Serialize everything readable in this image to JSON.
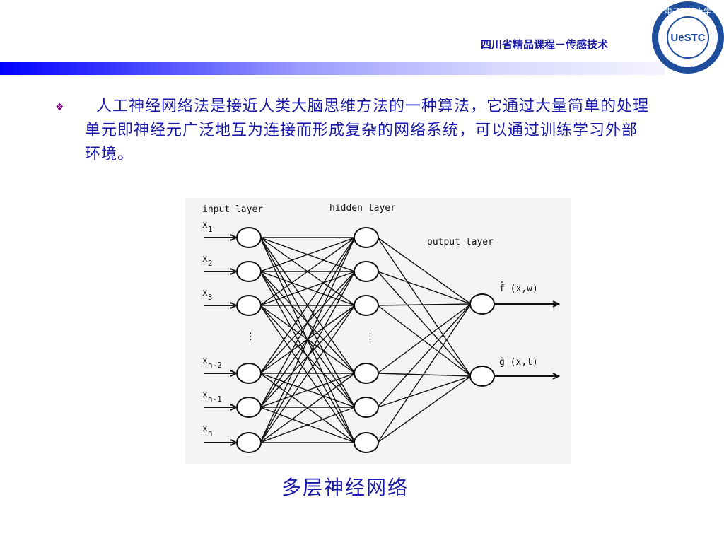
{
  "header": {
    "title": "四川省精品课程－传感技术",
    "logo": {
      "monogram": "UeSTC",
      "year": "1966",
      "ring_text": "电子科技大学",
      "icon": "university-seal"
    },
    "bar_colors": [
      "#0000ff",
      "#f4f4ff"
    ]
  },
  "bullet": {
    "icon": "diamond-bullet-icon",
    "text": "人工神经网络法是接近人类大脑思维方法的一种算法，它通过大量简单的处理单元即神经元广泛地互为连接而形成复杂的网络系统，可以通过训练学习外部环境。"
  },
  "diagram": {
    "input_label": "input layer",
    "hidden_label": "hidden layer",
    "output_label": "output layer",
    "inputs": [
      {
        "name": "x",
        "sub": "1"
      },
      {
        "name": "x",
        "sub": "2"
      },
      {
        "name": "x",
        "sub": "3"
      },
      {
        "name": "x",
        "sub": "n-2"
      },
      {
        "name": "x",
        "sub": "n-1"
      },
      {
        "name": "x",
        "sub": "n"
      }
    ],
    "outputs": [
      "f̂ (x,w)",
      "ĝ (x,l)"
    ],
    "ellipsis": "⋮"
  },
  "caption": "多层神经网络",
  "colors": {
    "text_blue": "#1a1aa8",
    "bullet_purple": "#800080"
  }
}
